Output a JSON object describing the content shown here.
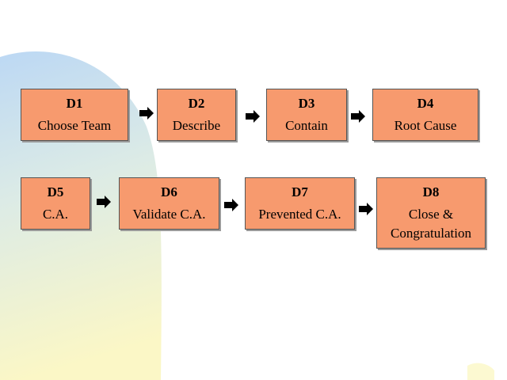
{
  "steps": [
    {
      "code": "D1",
      "label": "Choose Team"
    },
    {
      "code": "D2",
      "label": "Describe"
    },
    {
      "code": "D3",
      "label": "Contain"
    },
    {
      "code": "D4",
      "label": "Root Cause"
    },
    {
      "code": "D5",
      "label": "C.A."
    },
    {
      "code": "D6",
      "label": "Validate C.A."
    },
    {
      "code": "D7",
      "label": "Prevented C.A."
    },
    {
      "code": "D8",
      "label_line1": "Close &",
      "label_line2": "Congratulation"
    }
  ],
  "colors": {
    "box_fill": "#f79a6e",
    "box_border": "#555555",
    "arrow": "#000000",
    "background_blue": "#bcd8f4",
    "background_yellow": "#fbf7c6"
  }
}
